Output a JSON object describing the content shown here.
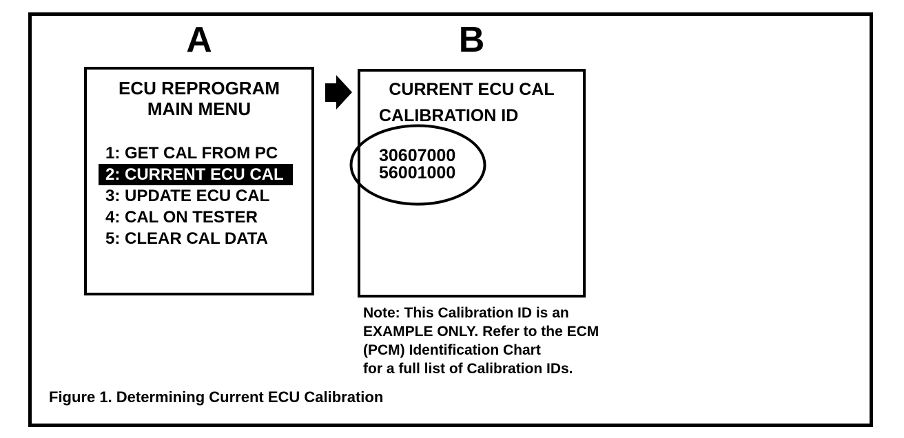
{
  "figure": {
    "caption": "Figure 1. Determining Current ECU Calibration"
  },
  "panel_a": {
    "label": "A",
    "screen_title_line1": "ECU REPROGRAM",
    "screen_title_line2": "MAIN MENU",
    "menu_items": [
      {
        "text": "1: GET CAL FROM PC",
        "highlighted": false
      },
      {
        "text": "2: CURRENT ECU CAL",
        "highlighted": true
      },
      {
        "text": "3: UPDATE ECU CAL",
        "highlighted": false
      },
      {
        "text": "4: CAL ON TESTER",
        "highlighted": false
      },
      {
        "text": "5: CLEAR CAL DATA",
        "highlighted": false
      }
    ]
  },
  "panel_b": {
    "label": "B",
    "screen_title": "CURRENT ECU CAL",
    "subtitle": "CALIBRATION ID",
    "calibration_ids": [
      "30607000",
      "56001000"
    ]
  },
  "note": {
    "lines": [
      "Note: This Calibration ID is an",
      "EXAMPLE ONLY. Refer to the ECM",
      "(PCM) Identification Chart",
      "for a full list of Calibration IDs."
    ]
  },
  "colors": {
    "ink": "#000000",
    "paper": "#ffffff",
    "highlight_bg": "#000000",
    "highlight_text": "#ffffff"
  }
}
